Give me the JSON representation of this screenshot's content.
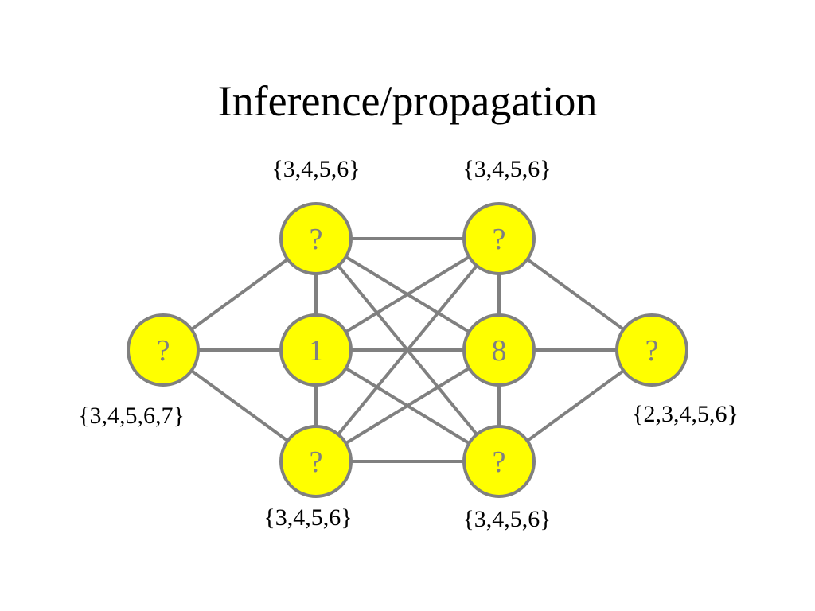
{
  "title": "Inference/propagation",
  "colors": {
    "node_fill": "#ffff00",
    "node_stroke": "#808080",
    "edge": "#808080",
    "node_text": "#808080",
    "label_text": "#000000"
  },
  "nodes": [
    {
      "id": "left",
      "value": "?",
      "domain": "{3,4,5,6,7}"
    },
    {
      "id": "top-a",
      "value": "?",
      "domain": "{3,4,5,6}"
    },
    {
      "id": "mid-a",
      "value": "1",
      "domain": ""
    },
    {
      "id": "bottom-a",
      "value": "?",
      "domain": "{3,4,5,6}"
    },
    {
      "id": "top-b",
      "value": "?",
      "domain": "{3,4,5,6}"
    },
    {
      "id": "mid-b",
      "value": "8",
      "domain": ""
    },
    {
      "id": "bottom-b",
      "value": "?",
      "domain": "{3,4,5,6}"
    },
    {
      "id": "right",
      "value": "?",
      "domain": "{2,3,4,5,6}"
    }
  ],
  "edges": [
    [
      "left",
      "top-a"
    ],
    [
      "left",
      "mid-a"
    ],
    [
      "left",
      "bottom-a"
    ],
    [
      "top-a",
      "mid-a"
    ],
    [
      "mid-a",
      "bottom-a"
    ],
    [
      "top-b",
      "mid-b"
    ],
    [
      "mid-b",
      "bottom-b"
    ],
    [
      "top-a",
      "top-b"
    ],
    [
      "top-a",
      "mid-b"
    ],
    [
      "top-a",
      "bottom-b"
    ],
    [
      "mid-a",
      "top-b"
    ],
    [
      "mid-a",
      "mid-b"
    ],
    [
      "mid-a",
      "bottom-b"
    ],
    [
      "bottom-a",
      "top-b"
    ],
    [
      "bottom-a",
      "mid-b"
    ],
    [
      "bottom-a",
      "bottom-b"
    ],
    [
      "top-b",
      "right"
    ],
    [
      "mid-b",
      "right"
    ],
    [
      "bottom-b",
      "right"
    ]
  ]
}
